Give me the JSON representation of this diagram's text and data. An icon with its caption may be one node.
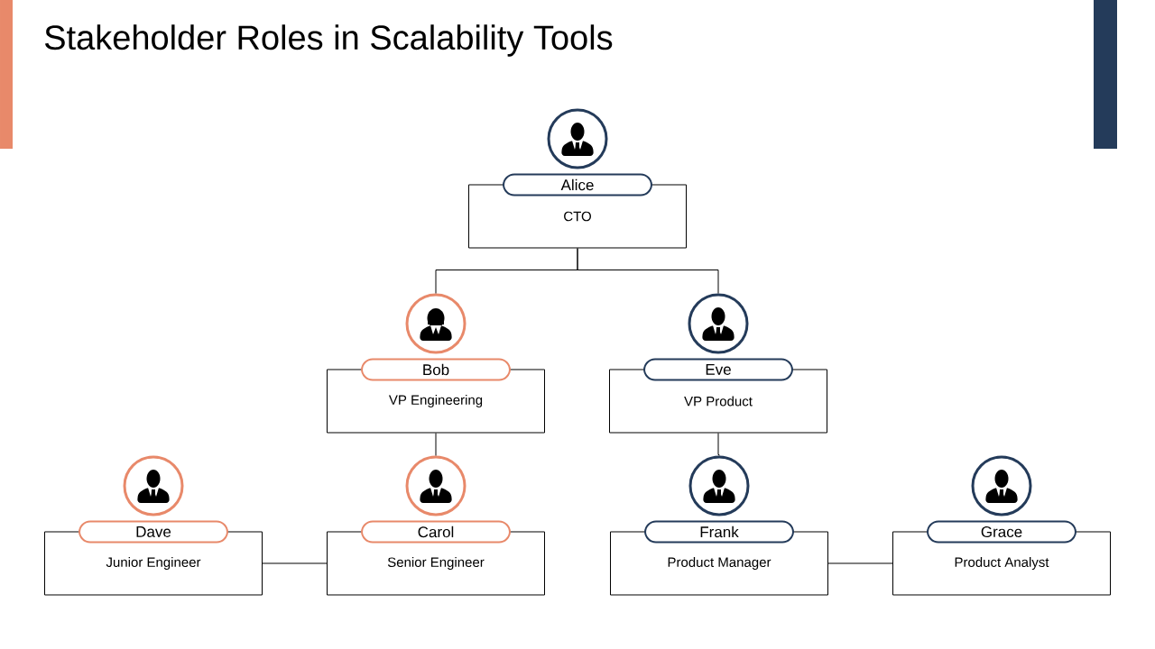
{
  "diagram": {
    "title": "Stakeholder Roles in Scalability Tools",
    "nodes": [
      {
        "text": [
          "Alice",
          "CTO"
        ]
      },
      {
        "text": [
          "Bob",
          "VP Engineering"
        ]
      },
      {
        "text": [
          "Eve",
          "VP Product"
        ]
      },
      {
        "text": [
          "Dave",
          "Junior Engineer"
        ]
      },
      {
        "text": [
          "Carol",
          "Senior Engineer"
        ]
      },
      {
        "text": [
          "Frank",
          "Product Manager"
        ]
      },
      {
        "text": [
          "Grace",
          "Product Analyst"
        ]
      }
    ],
    "edges": [
      {
        "from": 0,
        "to": 1,
        "arrow": "none"
      },
      {
        "from": 0,
        "to": 2,
        "arrow": "none"
      },
      {
        "from": 1,
        "to": 4,
        "arrow": "none"
      },
      {
        "from": 2,
        "to": 5,
        "arrow": "none"
      },
      {
        "from": 4,
        "to": 3,
        "arrow": "none"
      },
      {
        "from": 5,
        "to": 6,
        "arrow": "none"
      }
    ]
  }
}
